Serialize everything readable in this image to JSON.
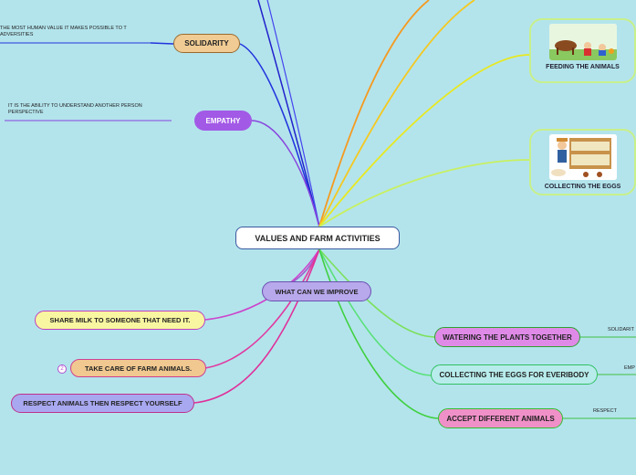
{
  "central": {
    "label": "VALUES AND FARM ACTIVITIES"
  },
  "values": [
    {
      "label": "SOLIDARITY",
      "note": "THE MOST HUMAN VALUE IT MAKES POSSIBLE TO T ADVERSITIES"
    },
    {
      "label": "EMPATHY",
      "note": "IT IS THE ABILITY TO UNDERSTAND ANOTHER PERSON PERSPECTIVE"
    }
  ],
  "improve": {
    "label": "WHAT CAN WE IMPROVE",
    "items": [
      "SHARE MILK TO SOMEONE THAT NEED IT.",
      "TAKE CARE OF FARM ANIMALS.",
      "RESPECT ANIMALS THEN RESPECT YOURSELF"
    ],
    "collapsed_count": "2"
  },
  "activities": [
    {
      "label": "FEEDING THE ANIMALS"
    },
    {
      "label": "COLLECTING THE EGGS"
    }
  ],
  "actions": [
    {
      "label": "WATERING THE PLANTS TOGETHER",
      "tag": "SOLIDARIT"
    },
    {
      "label": "COLLECTING THE EGGS FOR EVERIBODY",
      "tag": "EMP"
    },
    {
      "label": "ACCEPT DIFFERENT ANIMALS",
      "tag": "RESPECT"
    }
  ],
  "colors": {
    "background": "#b3e4ec",
    "solidarity": "#f0cc94",
    "empathy": "#a259e6",
    "improve": "#b8a8ec",
    "share_milk": "#f8f6a0",
    "take_care": "#f0c890",
    "respect_animals": "#a8a8f0",
    "watering": "#e08ae8",
    "collecting": "#b8ecec",
    "accept": "#f090c8"
  }
}
